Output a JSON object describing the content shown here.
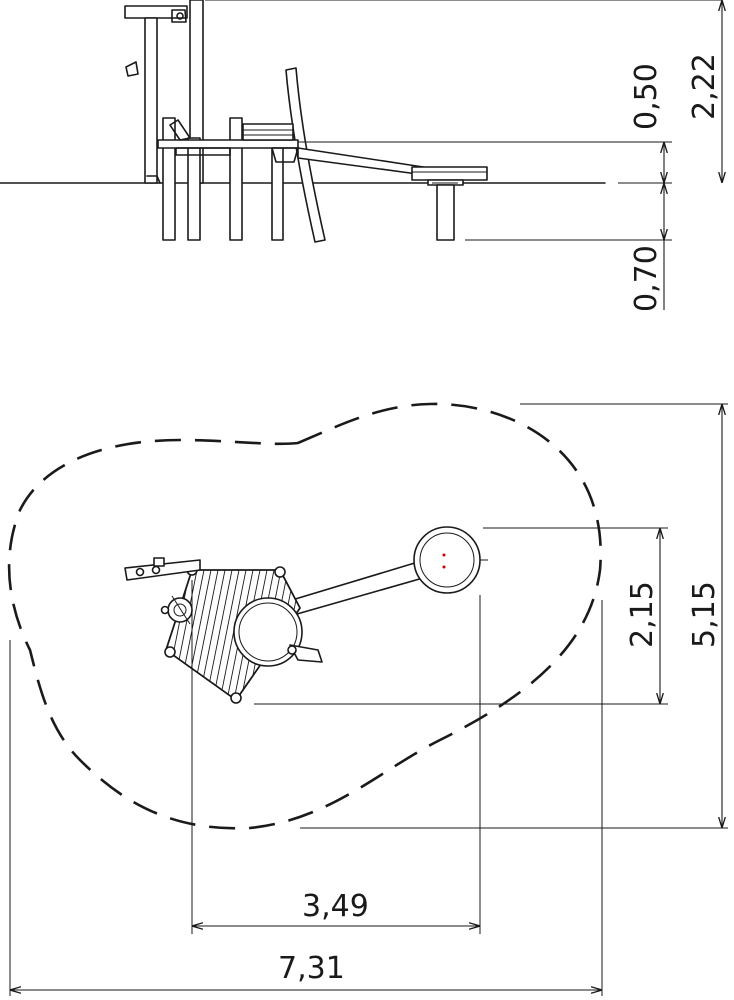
{
  "side_view": {
    "dimensions": {
      "height_total": "2,22",
      "height_platform": "0,50",
      "depth_foundation": "0,70"
    }
  },
  "plan_view": {
    "dimensions": {
      "width_equipment": "2,15",
      "width_safety_zone": "5,15",
      "length_equipment": "3,49",
      "length_safety_zone": "7,31"
    }
  }
}
